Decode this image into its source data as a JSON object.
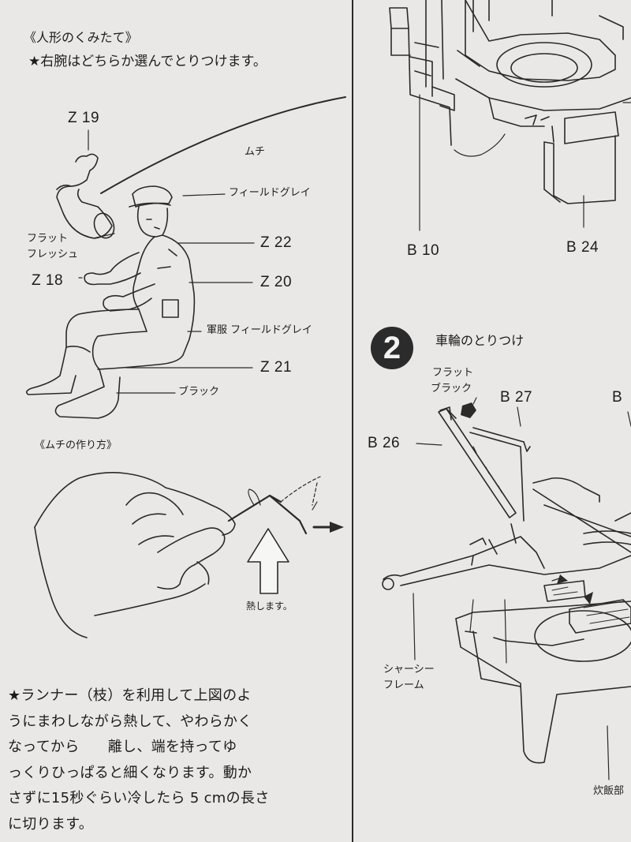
{
  "figure_assembly": {
    "heading": "《人形のくみたて》",
    "note": "★右腕はどちらか選んでとりつけます。",
    "labels": {
      "z19": "Z 19",
      "whip": "ムチ",
      "field_grey": "フィールドグレイ",
      "flat_flesh_1": "フラット",
      "flat_flesh_2": "フレッシュ",
      "z22": "Z 22",
      "z18": "Z 18",
      "z20": "Z 20",
      "uniform": "軍服  フィールドグレイ",
      "z21": "Z 21",
      "black": "ブラック"
    }
  },
  "whip_howto": {
    "heading": "《ムチの作り方》",
    "heat_label": "熱します。",
    "paragraph_lines": [
      "★ランナー（枝）を利用して上図のよ",
      "うにまわしながら熱して、やわらかく",
      "なってから      離し、端を持ってゆ",
      "っくりひっぱると細くなります。動か",
      "さずに15秒ぐらい冷したら 5 cmの長さ",
      "に切ります。"
    ]
  },
  "top_right": {
    "b10": "B 10",
    "b24": "B 24"
  },
  "step2": {
    "number": "2",
    "title": "車輪のとりつけ",
    "flat_black_1": "フラット",
    "flat_black_2": "ブラック",
    "b27": "B 27",
    "b_cut": "B",
    "b26": "B 26",
    "chassis_1": "シャーシー",
    "chassis_2": "フレーム",
    "cooker": "炊飯部"
  }
}
